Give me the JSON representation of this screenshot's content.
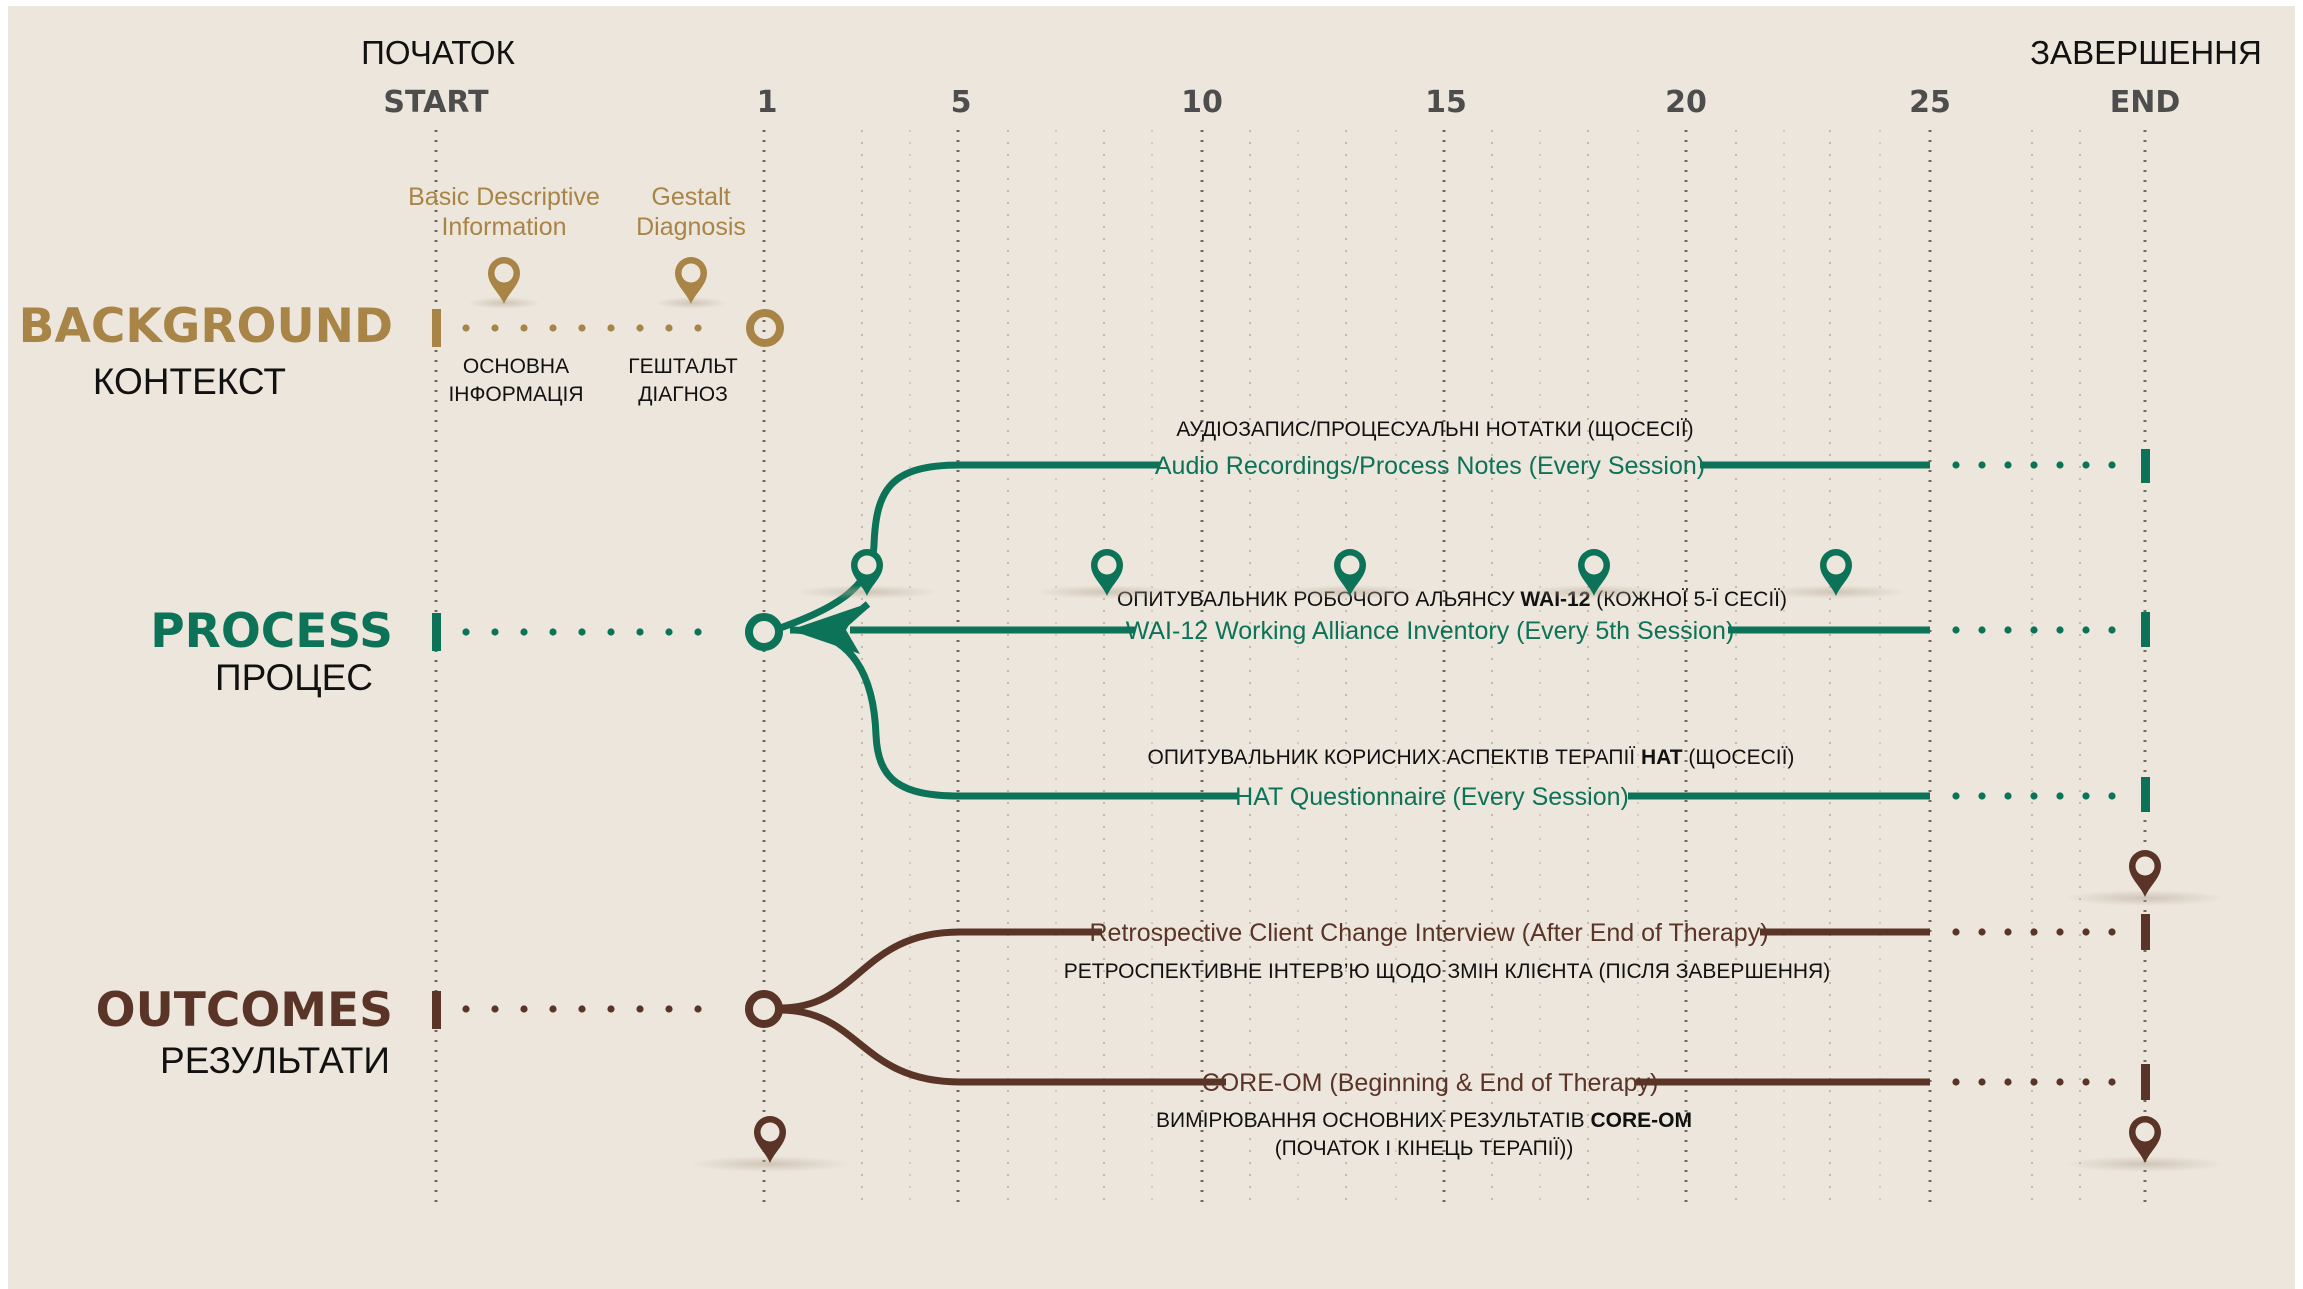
{
  "colors": {
    "background": "#ede6dc",
    "gold": "#a88547",
    "green": "#0c7358",
    "brown": "#5a3527",
    "grid": "#8a8478",
    "text": "#111111",
    "axis": "#4d4d4d"
  },
  "axis": {
    "start_uk": "ПОЧАТОК",
    "start_en": "START",
    "end_uk": "ЗАВЕРШЕННЯ",
    "end_en": "END",
    "ticks": [
      "1",
      "5",
      "10",
      "15",
      "20",
      "25"
    ]
  },
  "background": {
    "label_en": "BACKGROUND",
    "label_uk": "КОНТЕКСТ",
    "item1_en_line1": "Basic Descriptive",
    "item1_en_line2": "Information",
    "item1_uk_line1": "ОСНОВНА",
    "item1_uk_line2": "ІНФОРМАЦІЯ",
    "item2_en_line1": "Gestalt",
    "item2_en_line2": "Diagnosis",
    "item2_uk_line1": "ГЕШТАЛЬТ",
    "item2_uk_line2": "ДІАГНОЗ",
    "icons": [
      "map-pin-icon",
      "map-pin-icon"
    ]
  },
  "process": {
    "label_en": "PROCESS",
    "label_uk": "ПРОЦЕС",
    "audio_uk": "АУДІОЗАПИС/ПРОЦЕСУАЛЬНІ НОТАТКИ (ЩОСЕСІЇ)",
    "audio_en": "Audio Recordings/Process Notes (Every Session)",
    "wai_uk_a": "ОПИТУВАЛЬНИК РОБОЧОГО АЛЬЯНСУ ",
    "wai_uk_b": "WAI-12",
    "wai_uk_c": " (КОЖНОЇ 5-Ї СЕСІЇ)",
    "wai_en": "WAI-12 Working Alliance Inventory (Every 5th Session)",
    "hat_uk_a": "ОПИТУВАЛЬНИК КОРИСНИХ АСПЕКТІВ ТЕРАПІЇ ",
    "hat_uk_b": "HAT",
    "hat_uk_c": " (ЩОСЕСІЇ)",
    "hat_en": "HAT Questionnaire (Every Session)",
    "pin_sessions": [
      3,
      8,
      13,
      18,
      23
    ],
    "icons": [
      "map-pin-icon"
    ]
  },
  "outcomes": {
    "label_en": "OUTCOMES",
    "label_uk": "РЕЗУЛЬТАТИ",
    "interview_en": "Retrospective Client Change Interview (After End of Therapy)",
    "interview_uk": "РЕТРОСПЕКТИВНЕ ІНТЕРВ’Ю ЩОДО ЗМІН КЛІЄНТА (ПІСЛЯ ЗАВЕРШЕННЯ)",
    "core_en": "CORE-OM (Beginning & End of Therapy)",
    "core_uk_a": "ВИМІРЮВАННЯ ОСНОВНИХ РЕЗУЛЬТАТІВ ",
    "core_uk_b": "CORE-OM",
    "core_uk_line2": "(ПОЧАТОК І КІНЕЦЬ ТЕРАПІЇ))",
    "icons": [
      "map-pin-icon"
    ]
  }
}
